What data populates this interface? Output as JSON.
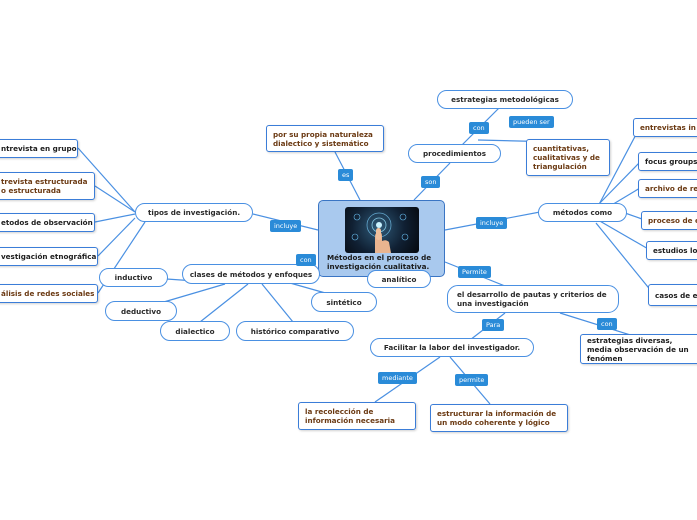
{
  "central": {
    "title": "Métodos en el proceso de investigación cualitativa."
  },
  "nodes": {
    "naturaleza": "por su propia naturaleza dialectico y sistemático",
    "estrategias": "estrategias metodológicas",
    "procedimientos": "procedimientos",
    "cuantitativas": "cuantitativas, cualitativas y de triangulación",
    "metodos_como": "métodos como",
    "entrevistas_in": "entrevistas in",
    "focus_groups": "focus groups",
    "archivo": "archivo de re",
    "proceso_de": "proceso de e",
    "estudios": "estudios lo",
    "casos": "casos de e",
    "tipos": "tipos de investigación.",
    "entrevista_grupo": "ntrevista en grupo",
    "entrevista_estructurada": "trevista estructurada o estructurada",
    "metodos_observacion": "etodos de observación",
    "etnografica": "vestigación etnográfica",
    "redes_sociales": "álisis de redes sociales",
    "clases": "clases de métodos y enfoques",
    "inductivo": "inductivo",
    "analitico": "analítico",
    "deductivo": "deductivo",
    "sintetico": "sintético",
    "dialectico": "dialectico",
    "historico": "histórico comparativo",
    "desarrollo": "el desarrollo de pautas y criterios de una investigación",
    "estrategias_diversas": "estrategias diversas, media observación de un fenómen",
    "facilitar": "Facilitar la labor del investigador.",
    "recoleccion": "la recolección de información necesaria",
    "estructurar": "estructurar la información de un modo coherente y lógico"
  },
  "labels": {
    "es": "es",
    "son": "son",
    "con_estrategias": "con",
    "pueden_ser": "pueden ser",
    "incluye_right": "incluye",
    "incluye_left": "incluye",
    "con_clases": "con",
    "permite": "Permite",
    "para": "Para",
    "con_diversas": "con",
    "mediante": "mediante",
    "permite_2": "permite"
  },
  "colors": {
    "line": "#4a90e2",
    "label_bg": "#2a8bd8",
    "node_border": "#4a90e2",
    "central_bg": "#a9c9ee",
    "brown_text": "#6b3a13"
  },
  "icons": [
    "hand-touch-icon"
  ]
}
